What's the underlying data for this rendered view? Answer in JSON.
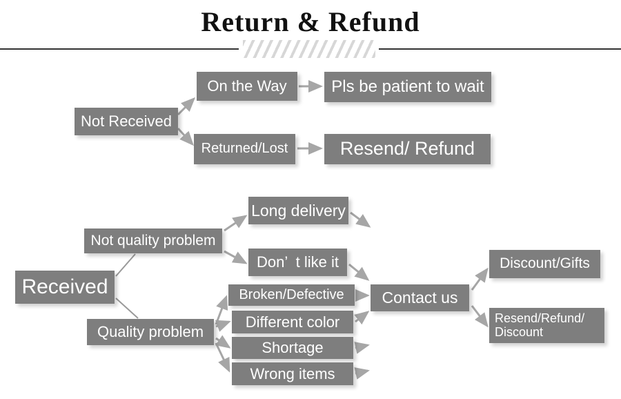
{
  "header": {
    "title": "Return & Refund",
    "divider": {
      "left_rule": "horizontal-rule",
      "hatch": "diagonal-hatch-ornament",
      "right_rule": "horizontal-rule"
    }
  },
  "colors": {
    "node_fill": "#7e7e7e",
    "node_text": "#ffffff",
    "arrow": "#a0a0a0",
    "connector": "#9a9a9a",
    "title_text": "#111111",
    "rule": "#333333",
    "hatch": "#d7d7d7",
    "background": "#ffffff"
  },
  "diagram": {
    "type": "flowchart",
    "nodes": [
      {
        "id": "not-received",
        "label": "Not Received"
      },
      {
        "id": "on-the-way",
        "label": "On the Way"
      },
      {
        "id": "pls-wait",
        "label": "Pls be patient to wait"
      },
      {
        "id": "returned-lost",
        "label": "Returned/Lost"
      },
      {
        "id": "resend-refund",
        "label": "Resend/ Refund"
      },
      {
        "id": "received",
        "label": "Received"
      },
      {
        "id": "not-quality",
        "label": "Not quality problem"
      },
      {
        "id": "quality",
        "label": "Quality problem"
      },
      {
        "id": "long-delivery",
        "label": "Long delivery"
      },
      {
        "id": "dont-like",
        "label": "Don’  t like it"
      },
      {
        "id": "broken",
        "label": "Broken/Defective"
      },
      {
        "id": "different-color",
        "label": "Different color"
      },
      {
        "id": "shortage",
        "label": "Shortage"
      },
      {
        "id": "wrong-items",
        "label": "Wrong items"
      },
      {
        "id": "contact-us",
        "label": "Contact us"
      },
      {
        "id": "discount-gifts",
        "label": "Discount/Gifts"
      },
      {
        "id": "resend-discount",
        "label": "Resend/Refund/\nDiscount"
      }
    ],
    "edges": [
      {
        "from": "not-received",
        "to": "on-the-way"
      },
      {
        "from": "not-received",
        "to": "returned-lost"
      },
      {
        "from": "on-the-way",
        "to": "pls-wait"
      },
      {
        "from": "returned-lost",
        "to": "resend-refund"
      },
      {
        "from": "received",
        "to": "not-quality"
      },
      {
        "from": "received",
        "to": "quality"
      },
      {
        "from": "not-quality",
        "to": "long-delivery"
      },
      {
        "from": "not-quality",
        "to": "dont-like"
      },
      {
        "from": "quality",
        "to": "broken"
      },
      {
        "from": "quality",
        "to": "different-color"
      },
      {
        "from": "quality",
        "to": "shortage"
      },
      {
        "from": "quality",
        "to": "wrong-items"
      },
      {
        "from": "long-delivery",
        "to": "contact-us"
      },
      {
        "from": "dont-like",
        "to": "contact-us"
      },
      {
        "from": "broken",
        "to": "contact-us"
      },
      {
        "from": "different-color",
        "to": "contact-us"
      },
      {
        "from": "shortage",
        "to": "contact-us"
      },
      {
        "from": "wrong-items",
        "to": "contact-us"
      },
      {
        "from": "contact-us",
        "to": "discount-gifts"
      },
      {
        "from": "contact-us",
        "to": "resend-discount"
      }
    ]
  }
}
